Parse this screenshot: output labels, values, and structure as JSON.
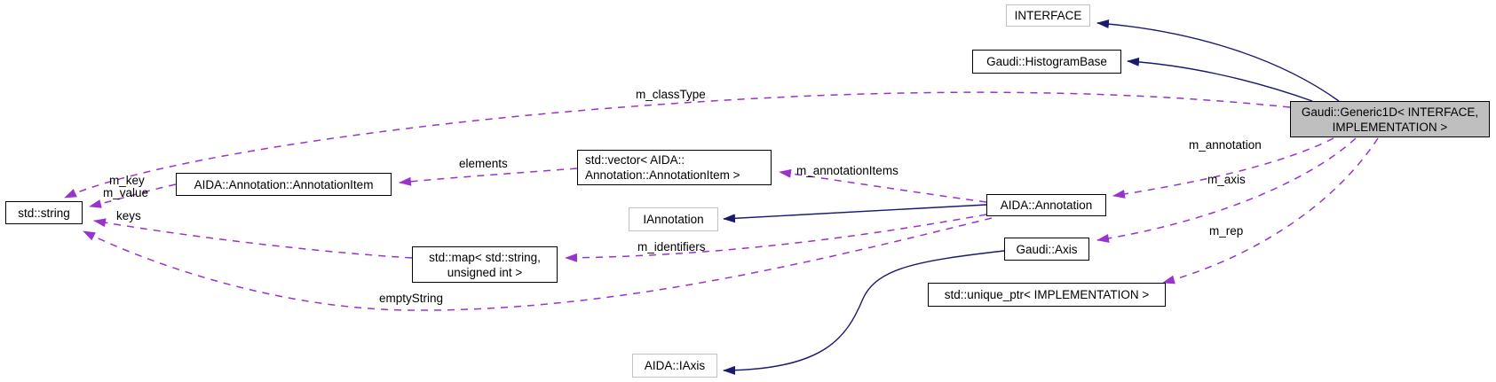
{
  "nodes": {
    "interface": {
      "label": "INTERFACE"
    },
    "histogram_base": {
      "label": "Gaudi::HistogramBase"
    },
    "generic1d": {
      "line1": "Gaudi::Generic1D< INTERFACE,",
      "line2": "IMPLEMENTATION >"
    },
    "std_string": {
      "label": "std::string"
    },
    "annotation_item": {
      "label": "AIDA::Annotation::AnnotationItem"
    },
    "std_vector": {
      "line1": "std::vector< AIDA::",
      "line2": "Annotation::AnnotationItem >"
    },
    "iannotation": {
      "label": "IAnnotation"
    },
    "aida_annotation": {
      "label": "AIDA::Annotation"
    },
    "std_map": {
      "line1": "std::map< std::string,",
      "line2": "unsigned int >"
    },
    "gaudi_axis": {
      "label": "Gaudi::Axis"
    },
    "unique_ptr": {
      "label": "std::unique_ptr< IMPLEMENTATION >"
    },
    "aida_iaxis": {
      "label": "AIDA::IAxis"
    }
  },
  "edge_labels": {
    "m_classType": "m_classType",
    "elements": "elements",
    "m_annotationItems": "m_annotationItems",
    "m_annotation": "m_annotation",
    "m_axis": "m_axis",
    "m_rep": "m_rep",
    "m_key": "m_key",
    "m_value": "m_value",
    "keys": "keys",
    "m_identifiers": "m_identifiers",
    "emptyString": "emptyString"
  },
  "colors": {
    "inheritance": "#191970",
    "usage": "#9a32cd",
    "node_border": "#000000",
    "external_border": "#bec3c6",
    "highlight_fill": "#bfbfbf",
    "background": "#ffffff"
  }
}
